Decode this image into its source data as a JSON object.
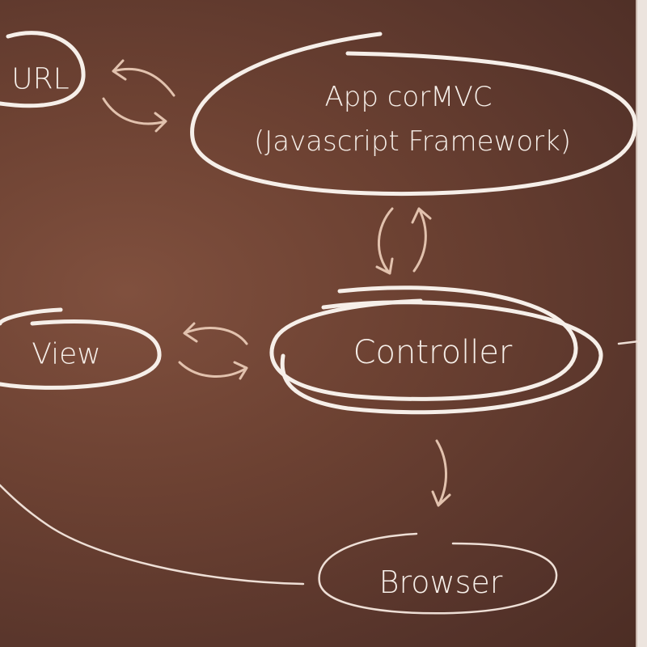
{
  "nodes": {
    "url": "URL",
    "app_line1": "App corMVC",
    "app_line2": "(Javascript Framework)",
    "view": "View",
    "controller": "Controller",
    "browser": "Browser"
  },
  "colors": {
    "background": "#6c4132",
    "chalk": "#f6efe9",
    "arrow": "#e2c2ae"
  }
}
